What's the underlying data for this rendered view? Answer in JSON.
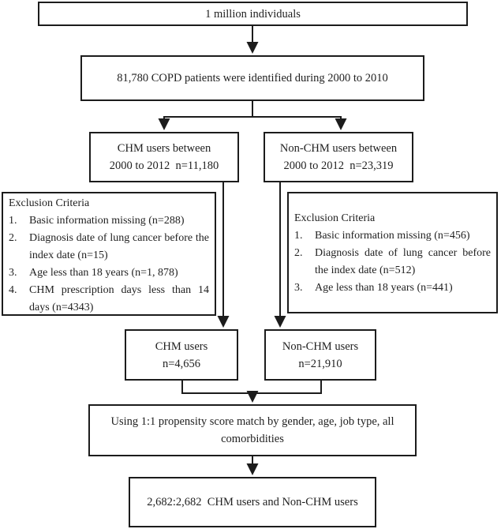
{
  "diagram_type": "patient-selection-flowchart",
  "colors": {
    "line": "#1c1c1c",
    "background": "#ffffff",
    "text": "#1f1f1f"
  },
  "boxes": {
    "population": {
      "text": "1 million individuals"
    },
    "copd": {
      "text": "81,780 COPD patients were identified during 2000 to 2010"
    },
    "chm_initial": {
      "line1": "CHM users between",
      "line2": "2000 to 2012  n=11,180"
    },
    "nonchm_initial": {
      "line1": "Non-CHM users between",
      "line2": "2000 to 2012  n=23,319"
    },
    "chm_after_exclusion": {
      "line1": "CHM users",
      "line2": "n=4,656"
    },
    "nonchm_after_exclusion": {
      "line1": "Non-CHM users",
      "line2": "n=21,910"
    },
    "matching": {
      "text": "Using 1:1 propensity score match by gender, age, job type, all comorbidities"
    },
    "matched_result": {
      "text": "2,682:2,682  CHM users and Non-CHM users"
    }
  },
  "exclusion_left": {
    "title": "Exclusion Criteria",
    "items": [
      {
        "num": "1.",
        "text": "Basic information missing (n=288)"
      },
      {
        "num": "2.",
        "text": "Diagnosis date of lung cancer before the index date (n=15)"
      },
      {
        "num": "3.",
        "text": "Age less than 18 years (n=1, 878)"
      },
      {
        "num": "4.",
        "text": "CHM prescription days less than 14 days (n=4343)"
      }
    ]
  },
  "exclusion_right": {
    "title": "Exclusion Criteria",
    "items": [
      {
        "num": "1.",
        "text": "Basic information missing (n=456)"
      },
      {
        "num": "2.",
        "text": "Diagnosis date of lung cancer before the index date (n=512)"
      },
      {
        "num": "3.",
        "text": "Age less than 18 years (n=441)"
      }
    ]
  }
}
